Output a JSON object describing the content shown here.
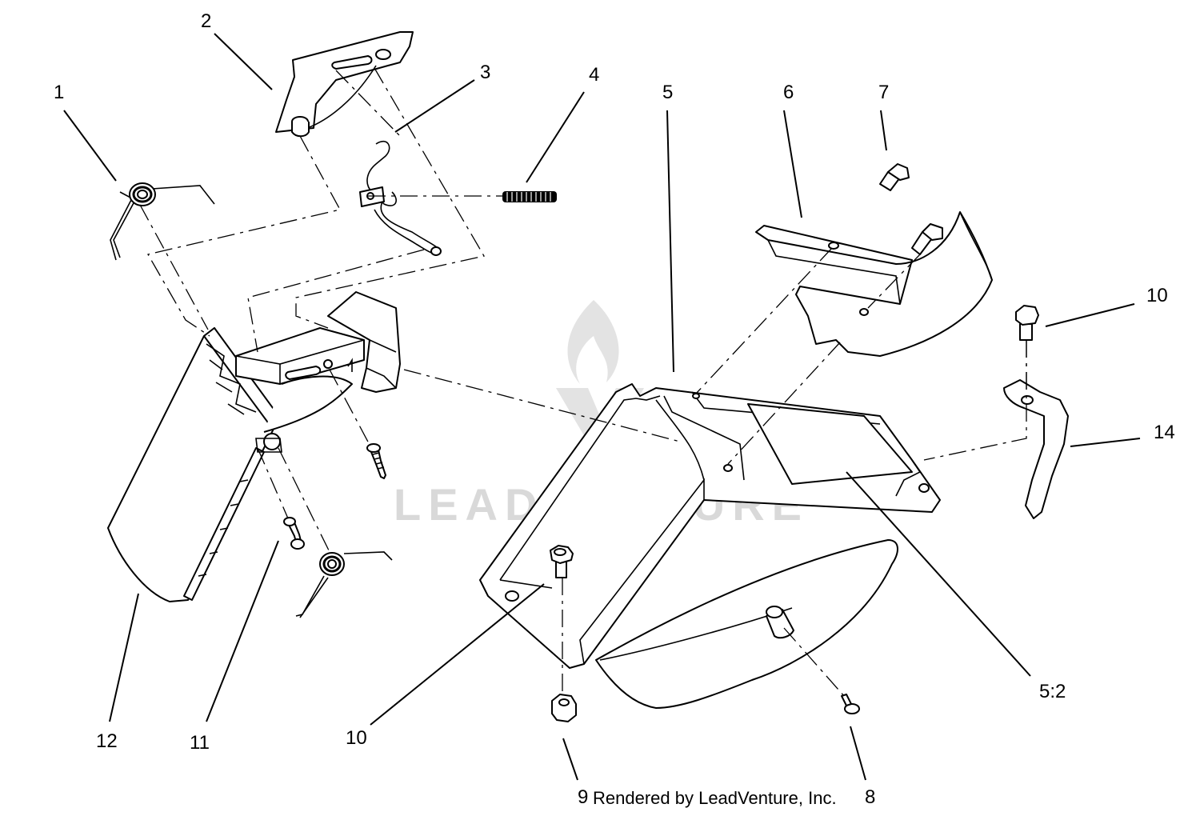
{
  "callouts": [
    {
      "id": "c1",
      "label": "1"
    },
    {
      "id": "c2",
      "label": "2"
    },
    {
      "id": "c3",
      "label": "3"
    },
    {
      "id": "c4",
      "label": "4"
    },
    {
      "id": "c5",
      "label": "5"
    },
    {
      "id": "c6",
      "label": "6"
    },
    {
      "id": "c7",
      "label": "7"
    },
    {
      "id": "c10a",
      "label": "10"
    },
    {
      "id": "c14",
      "label": "14"
    },
    {
      "id": "c52",
      "label": "5:2"
    },
    {
      "id": "c12",
      "label": "12"
    },
    {
      "id": "c11",
      "label": "11"
    },
    {
      "id": "c10b",
      "label": "10"
    },
    {
      "id": "c9",
      "label": "9"
    },
    {
      "id": "c8",
      "label": "8"
    }
  ],
  "watermark": {
    "text": "LEADVENTURE"
  },
  "credit": {
    "text": "Rendered by LeadVenture, Inc."
  }
}
